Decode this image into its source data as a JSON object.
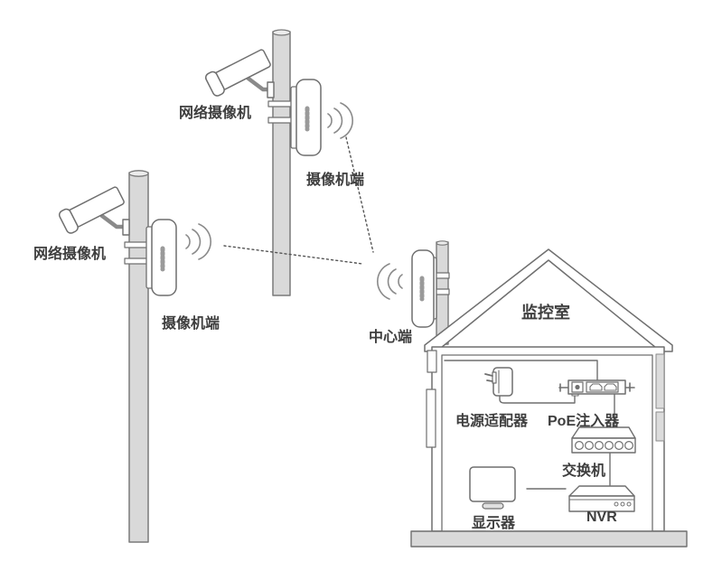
{
  "labels": {
    "camera_top": "网络摄像机",
    "bridge_top": "摄像机端",
    "camera_left": "网络摄像机",
    "bridge_left": "摄像机端",
    "center_end": "中心端",
    "monitor_room": "监控室",
    "power_adapter": "电源适配器",
    "poe_injector": "PoE注入器",
    "switch": "交换机",
    "display": "显示器",
    "nvr": "NVR"
  },
  "colors": {
    "background": "#ffffff",
    "line": "#6f6f6f",
    "pole_fill": "#d9d9d9",
    "ground_fill": "#d9d9d9",
    "wall_accent_fill": "#dcdcdc",
    "text": "#3e3e3e",
    "wave": "#8a8a8a",
    "led_dots": "#9a9a9a"
  },
  "icons": {
    "camera": "bullet-camera-icon",
    "wireless_bridge": "wireless-bridge-icon",
    "wifi": "wifi-waves-icon",
    "wireless_link": "wireless-link-dotted-line",
    "power_adapter": "power-adapter-icon",
    "poe_injector": "poe-injector-icon",
    "switch": "ethernet-switch-icon",
    "nvr": "nvr-icon",
    "monitor": "monitor-icon",
    "house": "house-outline",
    "ground": "ground-bar"
  }
}
